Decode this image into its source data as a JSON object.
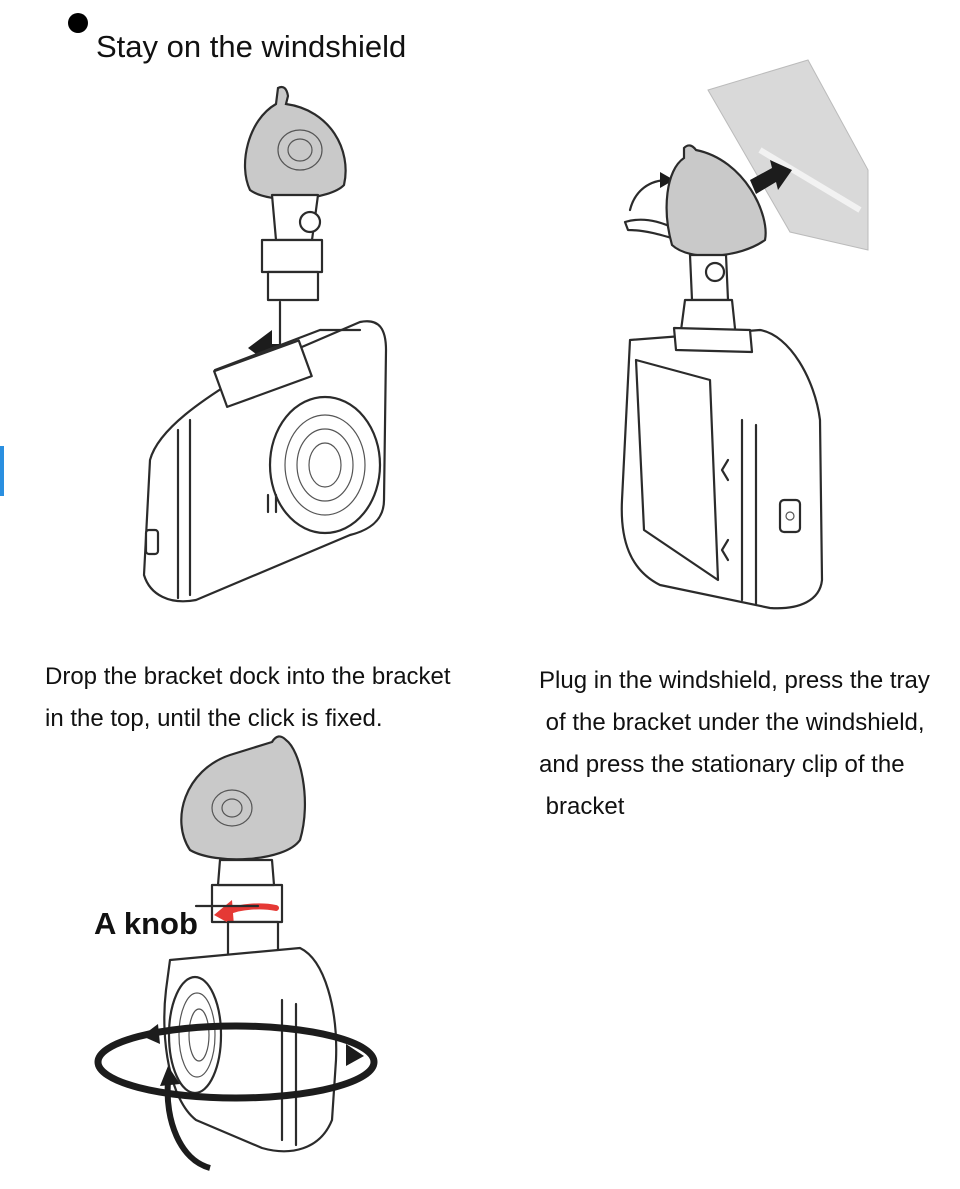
{
  "header": {
    "title": "Stay on the windshield"
  },
  "steps": {
    "dock": {
      "lines": [
        "Drop the bracket dock into the bracket",
        "in the top, until the click is fixed."
      ]
    },
    "windshield": {
      "lines": [
        "Plug in the windshield, press the tray",
        " of the bracket under the windshield,",
        "and press the stationary clip of the",
        " bracket"
      ]
    },
    "rotate": {
      "label": "A knob"
    }
  },
  "illustrations": {
    "dock": {
      "icon": "dashcam-bracket-dock-illustration"
    },
    "windshield": {
      "icon": "dashcam-windshield-mount-illustration"
    },
    "rotate": {
      "icon": "dashcam-knob-rotate-illustration"
    }
  },
  "colors": {
    "text": "#111111",
    "cup": "#c9c9c9",
    "glass": "#d9d9d9",
    "arrow": "#e53935",
    "edge_mark": "#2a8fe0"
  }
}
